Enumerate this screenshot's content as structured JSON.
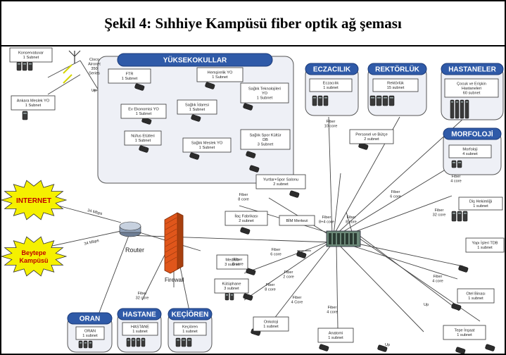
{
  "title": "Şekil 4: Sıhhiye Kampüsü fiber optik ağ şeması",
  "colors": {
    "group_header": "#2f5aa8",
    "burst": "#f5f000",
    "firewall": "#e0561b",
    "router": "#8fa0b8"
  },
  "groups": [
    {
      "id": "yuksekokullar",
      "label": "YÜKSEKOKULLAR"
    },
    {
      "id": "eczacilik",
      "label": "ECZACILIK"
    },
    {
      "id": "rektorluk",
      "label": "REKTÖRLÜK"
    },
    {
      "id": "hastaneler",
      "label": "HASTANELER"
    },
    {
      "id": "morfoloji",
      "label": "MORFOLOJİ"
    },
    {
      "id": "oran",
      "label": "ORAN"
    },
    {
      "id": "hastane",
      "label": "HASTANE"
    },
    {
      "id": "kecioren",
      "label": "KEÇİÖREN"
    }
  ],
  "nodes": [
    {
      "id": "konservatuvar",
      "lines": [
        "Konservatuvar",
        "1 Subnet"
      ]
    },
    {
      "id": "ankara-meslek",
      "lines": [
        "Ankara Meslek YO",
        "1 Subnet"
      ]
    },
    {
      "id": "ftr",
      "lines": [
        "FTR",
        "1 Subnet"
      ]
    },
    {
      "id": "hemsirelik",
      "lines": [
        "Hemşirelik YO",
        "1 Subnet"
      ]
    },
    {
      "id": "saglik-tek",
      "lines": [
        "Sağlık Teknolojileri",
        "YO",
        "1 Subnet"
      ]
    },
    {
      "id": "ev-ekonomisi",
      "lines": [
        "Ev Ekonomisi YO",
        "1 Subnet"
      ]
    },
    {
      "id": "saglik-idaresi",
      "lines": [
        "Sağlık İdaresi",
        "1 Subnet"
      ]
    },
    {
      "id": "nufus",
      "lines": [
        "Nüfus Etütleri",
        "1 Subnet"
      ]
    },
    {
      "id": "saglik-meslek",
      "lines": [
        "Sağlık Meslek YO",
        "1 Subnet"
      ]
    },
    {
      "id": "spor-kultur",
      "lines": [
        "Sağlık Spor Kültür",
        "DB",
        "3 Subnet"
      ]
    },
    {
      "id": "eczacilik-n",
      "lines": [
        "Eczacılık",
        "1 subnet"
      ]
    },
    {
      "id": "rektorluk-n",
      "lines": [
        "Rektörlük",
        "15 subnet"
      ]
    },
    {
      "id": "hastaneler-n",
      "lines": [
        "Çocuk ve Erişkin",
        "Hastaneleri",
        "60 subnet"
      ]
    },
    {
      "id": "morfoloji-n",
      "lines": [
        "Morfoloji",
        "4 subnet"
      ]
    },
    {
      "id": "personel",
      "lines": [
        "Personel ve Bütçe",
        "2 subnet"
      ]
    },
    {
      "id": "yurtlar",
      "lines": [
        "Yurtlar+Spor Salonu",
        "2 subnet"
      ]
    },
    {
      "id": "ilac",
      "lines": [
        "İlaç Fabrikası",
        "2 subnet"
      ]
    },
    {
      "id": "bim",
      "lines": [
        "BİM Merkezi"
      ]
    },
    {
      "id": "dis",
      "lines": [
        "Diş Hekimliği",
        "1 subnet"
      ]
    },
    {
      "id": "medikio",
      "lines": [
        "Medikio",
        "3 subnet"
      ]
    },
    {
      "id": "kutuphane",
      "lines": [
        "Kütüphane",
        "3 subnet"
      ]
    },
    {
      "id": "yapi-isleri",
      "lines": [
        "Yapı İşleri TDB",
        "1 subnet"
      ]
    },
    {
      "id": "otel",
      "lines": [
        "Otel Binası",
        "1 subnet"
      ]
    },
    {
      "id": "onkoloji",
      "lines": [
        "Onkoloji",
        "1 subnet"
      ]
    },
    {
      "id": "anatomi",
      "lines": [
        "Anatomi",
        "1 subnet"
      ]
    },
    {
      "id": "tepe",
      "lines": [
        "Tepe İnşaat",
        "1 subnet"
      ]
    },
    {
      "id": "oran-n",
      "lines": [
        "ORAN",
        "1 subnet"
      ]
    },
    {
      "id": "hastane-n",
      "lines": [
        "HASTANE",
        "1 subnet"
      ]
    },
    {
      "id": "kecioren-n",
      "lines": [
        "Keçiören",
        "1 subnet"
      ]
    }
  ],
  "labels": {
    "cisco": [
      "Cisco",
      "Aironet",
      "350",
      "Series"
    ],
    "uplink": "Up",
    "internet": "INTERNET",
    "beytepe": [
      "Beytepe",
      "Kampüsü"
    ],
    "speed": "34 Mbps",
    "router": "Router",
    "firewall": "Firewall",
    "fiber": "Fiber"
  },
  "fiber_labels": [
    [
      "Fiber",
      "10 core"
    ],
    [
      "Fiber",
      "6 core"
    ],
    [
      "Fiber",
      "32 core"
    ],
    [
      "Fiber",
      "4 core"
    ],
    [
      "Fiber",
      "8 core"
    ],
    [
      "Fiber",
      "8+4 core"
    ],
    [
      "Fiber",
      "8 core"
    ],
    [
      "Fiber",
      "6 core"
    ],
    [
      "Fiber",
      "8 core"
    ],
    [
      "Fiber",
      "2 core"
    ],
    [
      "Fiber",
      "8 core"
    ],
    [
      "Fiber",
      "4 Core"
    ],
    [
      "Fiber",
      "4 core"
    ],
    [
      "Fiber",
      "4 core"
    ],
    [
      "Fiber",
      "32 core"
    ]
  ]
}
